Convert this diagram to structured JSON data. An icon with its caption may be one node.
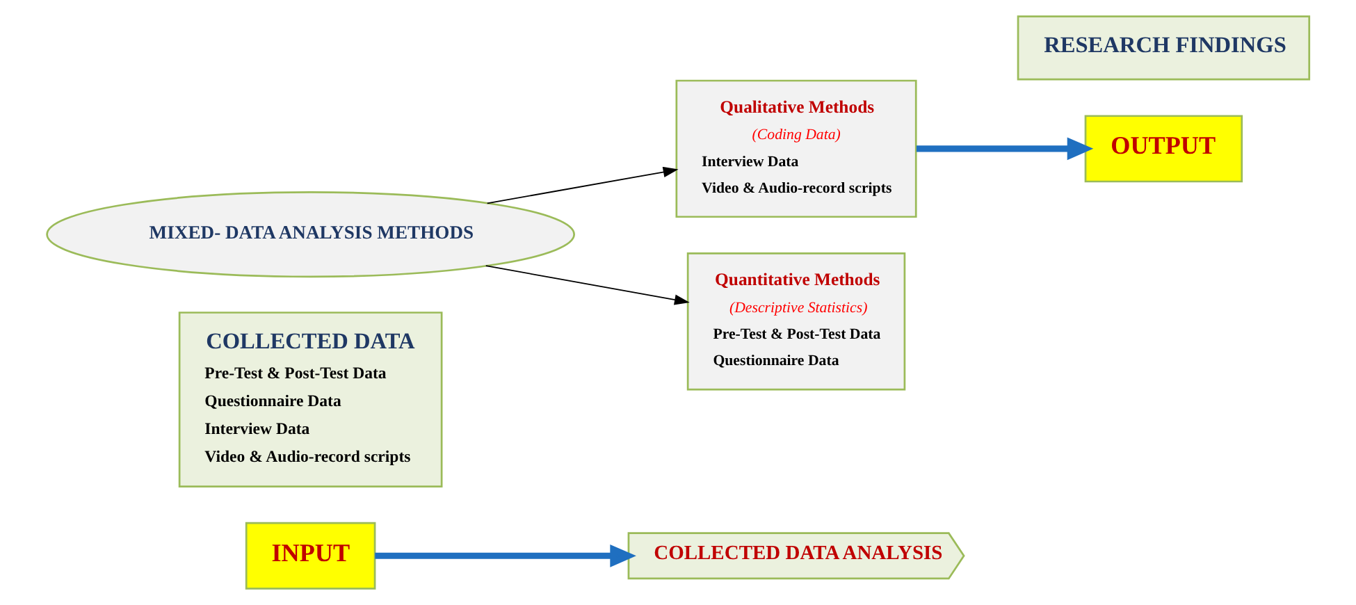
{
  "diagram": {
    "nodes": [
      {
        "text": [
          "INPUT"
        ]
      },
      {
        "text": [
          "COLLECTED DATA",
          "Pre-Test & Post-Test Data",
          "Questionnaire Data",
          "Interview Data",
          "Video & Audio-record scripts"
        ]
      },
      {
        "text": [
          "COLLECTED DATA ANALYSIS"
        ]
      },
      {
        "text": [
          "MIXED- DATA ANALYSIS METHODS"
        ]
      },
      {
        "text": [
          "Qualitative Methods",
          "(Coding Data)",
          "Interview Data",
          "Video & Audio-record scripts"
        ]
      },
      {
        "text": [
          "Quantitative Methods",
          "(Descriptive Statistics)",
          "Pre-Test & Post-Test Data",
          "Questionnaire Data"
        ]
      },
      {
        "text": [
          "RESEARCH FINDINGS"
        ]
      },
      {
        "text": [
          "OUTPUT"
        ]
      }
    ],
    "edges": [
      {
        "from": 0,
        "to": 2,
        "arrow": "to",
        "style": "thick",
        "color": "#1f6fc0"
      },
      {
        "from": 3,
        "to": 4,
        "arrow": "to",
        "color": "#000000"
      },
      {
        "from": 3,
        "to": 5,
        "arrow": "to",
        "color": "#000000"
      },
      {
        "from": 4,
        "to": 7,
        "arrow": "to",
        "style": "thick",
        "color": "#1f6fc0"
      }
    ]
  }
}
